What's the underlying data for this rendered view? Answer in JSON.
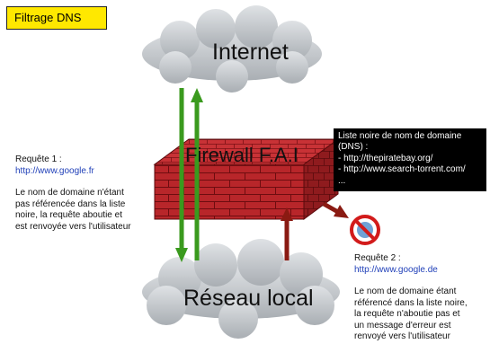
{
  "title": "Filtrage DNS",
  "internet_label": "Internet",
  "local_label": "Réseau local",
  "firewall_label": "Firewall F.A.I",
  "blacklist": {
    "heading_1": "Liste noire de nom de domaine",
    "heading_2": "(DNS) :",
    "items": [
      "- http://thepiratebay.org/",
      "- http://www.search-torrent.com/",
      "..."
    ]
  },
  "request1": {
    "title": "Requête 1 :",
    "url": "http://www.google.fr",
    "text": [
      "Le nom de domaine n'étant",
      "pas référencée dans la liste",
      "noire, la requête aboutie et",
      "est renvoyée vers l'utilisateur"
    ]
  },
  "request2": {
    "title": "Requête 2 :",
    "url": "http://www.google.de",
    "text": [
      "Le nom de domaine étant",
      "référencé dans la liste noire,",
      "la requête n'aboutie pas et",
      "un message d'erreur est",
      "renvoyé vers l'utilisateur"
    ]
  },
  "colors": {
    "title_bg": "#ffe800",
    "allowed_arrow": "#3a9a1e",
    "blocked_arrow": "#8a1a12",
    "firewall": "#b8262a",
    "cloud": "#c3c8cc",
    "link": "#1f3fb8"
  },
  "icons": {
    "blocked": "no-entry-icon"
  }
}
